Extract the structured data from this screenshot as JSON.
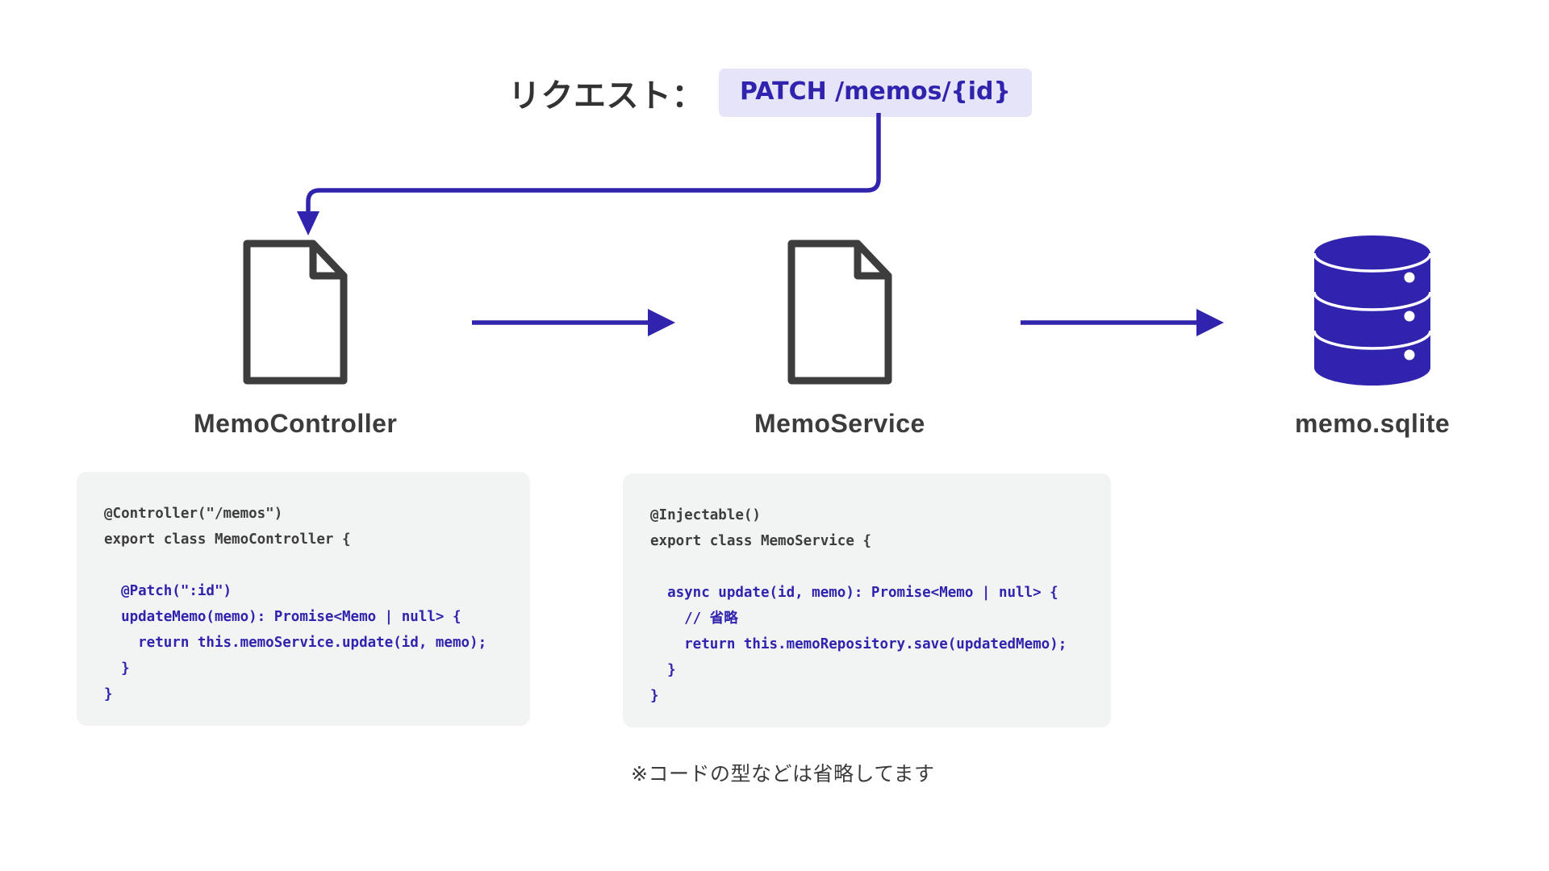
{
  "diagram": {
    "title_prefix": "リクエスト：",
    "request_badge": "PATCH /memos/{id}",
    "footnote": "※コードの型などは省略してます",
    "colors": {
      "accent": "#3023ad",
      "badge_bg": "#e6e4f8",
      "code_bg": "#f2f3f3",
      "icon_outline": "#3d3d3d",
      "label_text": "#3c3c3c"
    },
    "nodes": [
      {
        "id": "controller",
        "label": "MemoController",
        "icon": "document-icon"
      },
      {
        "id": "service",
        "label": "MemoService",
        "icon": "document-icon"
      },
      {
        "id": "database",
        "label": "memo.sqlite",
        "icon": "database-icon"
      }
    ],
    "connectors": [
      {
        "id": "request-to-controller",
        "kind": "curved-arrow",
        "from": "request-badge",
        "to": "controller"
      },
      {
        "id": "controller-to-service",
        "kind": "straight-arrow",
        "from": "controller",
        "to": "service"
      },
      {
        "id": "service-to-database",
        "kind": "straight-arrow",
        "from": "service",
        "to": "database"
      }
    ],
    "code_panels": [
      {
        "id": "controller",
        "head": "@Controller(\"/memos\")\nexport class MemoController {",
        "body": "\n  @Patch(\":id\")\n  updateMemo(memo): Promise<Memo | null> {\n    return this.memoService.update(id, memo);\n  }\n}"
      },
      {
        "id": "service",
        "head": "@Injectable()\nexport class MemoService {",
        "body": "\n  async update(id, memo): Promise<Memo | null> {\n    // 省略\n    return this.memoRepository.save(updatedMemo);\n  }\n}"
      }
    ]
  }
}
